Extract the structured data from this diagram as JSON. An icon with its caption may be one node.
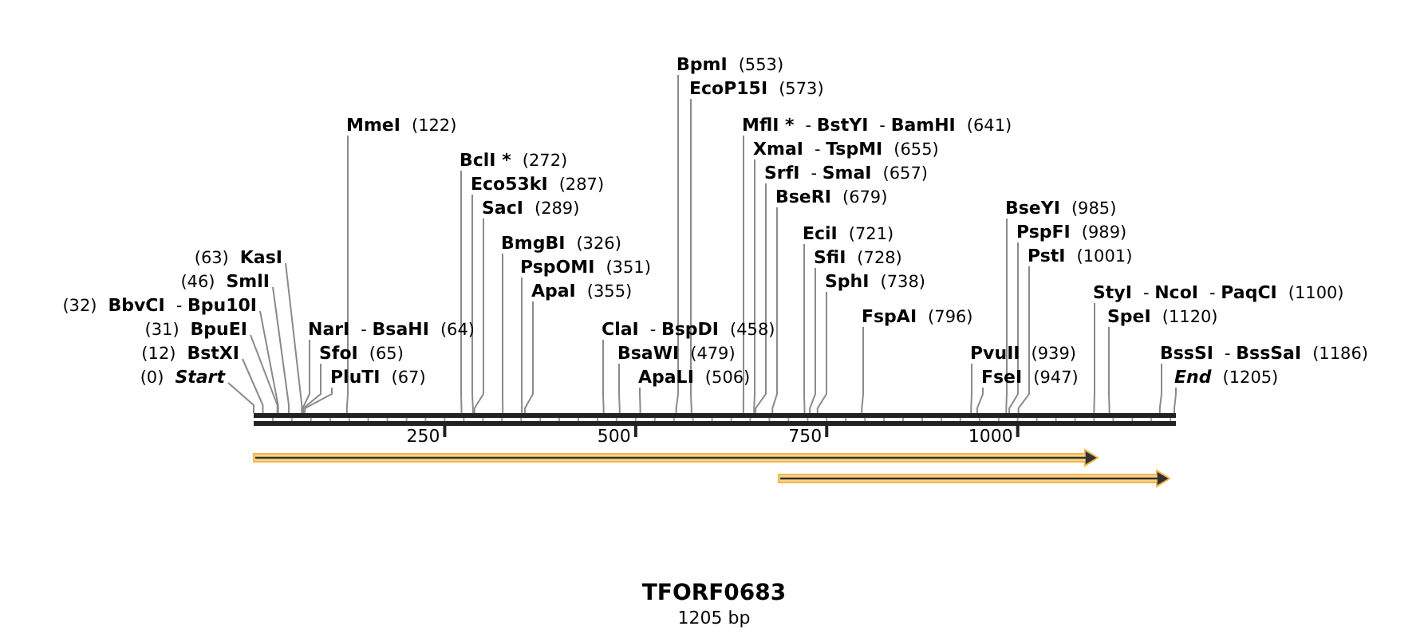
{
  "diagram": {
    "title": "TFORF0683",
    "caption": "1205 bp",
    "nodes": [
      {
        "text": [
          "(0)",
          "Start"
        ]
      },
      {
        "text": [
          "(12)",
          "BstXI"
        ]
      },
      {
        "text": [
          "(31)",
          "BpuEI"
        ]
      },
      {
        "text": [
          "(32)",
          "BbvCI",
          "- **Bpu10I**"
        ]
      },
      {
        "text": [
          "(46)",
          "SmlI"
        ]
      },
      {
        "text": [
          "(63)",
          "KasI"
        ]
      },
      {
        "text": [
          "NarI",
          "- **BsaHI**",
          "(64)"
        ]
      },
      {
        "text": [
          "SfoI",
          "(65)"
        ]
      },
      {
        "text": [
          "PluTI",
          "(67)"
        ]
      },
      {
        "text": [
          "MmeI",
          "(122)"
        ]
      },
      {
        "text": [
          "BclI *",
          "(272)"
        ]
      },
      {
        "text": [
          "Eco53kI",
          "(287)"
        ]
      },
      {
        "text": [
          "SacI",
          "(289)"
        ]
      },
      {
        "text": [
          "BmgBI",
          "(326)"
        ]
      },
      {
        "text": [
          "PspOMI",
          "(351)"
        ]
      },
      {
        "text": [
          "ApaI",
          "(355)"
        ]
      },
      {
        "text": [
          "ClaI",
          "- **BspDI**",
          "(458)"
        ]
      },
      {
        "text": [
          "BsaWI",
          "(479)"
        ]
      },
      {
        "text": [
          "ApaLI",
          "(506)"
        ]
      },
      {
        "text": [
          "BpmI",
          "(553)"
        ]
      },
      {
        "text": [
          "EcoP15I",
          "(573)"
        ]
      },
      {
        "text": [
          "MflI *",
          "- **BstYI**",
          "- **BamHI**",
          "(641)"
        ]
      },
      {
        "text": [
          "XmaI",
          "- **TspMI**",
          "(655)"
        ]
      },
      {
        "text": [
          "SrfI",
          "- **SmaI**",
          "(657)"
        ]
      },
      {
        "text": [
          "BseRI",
          "(679)"
        ]
      },
      {
        "text": [
          "EciI",
          "(721)"
        ]
      },
      {
        "text": [
          "SfiI",
          "(728)"
        ]
      },
      {
        "text": [
          "SphI",
          "(738)"
        ]
      },
      {
        "text": [
          "FspAI",
          "(796)"
        ]
      },
      {
        "text": [
          "PvuII",
          "(939)"
        ]
      },
      {
        "text": [
          "FseI",
          "(947)"
        ]
      },
      {
        "text": [
          "BseYI",
          "(985)"
        ]
      },
      {
        "text": [
          "PspFI",
          "(989)"
        ]
      },
      {
        "text": [
          "PstI",
          "(1001)"
        ]
      },
      {
        "text": [
          "StyI",
          "- **NcoI**",
          "- **PaqCI**",
          "(1100)"
        ]
      },
      {
        "text": [
          "SpeI",
          "(1120)"
        ]
      },
      {
        "text": [
          "BssSI",
          "- **BssSaI**",
          "(1186)"
        ]
      },
      {
        "text": [
          "End",
          "(1205)"
        ]
      },
      {
        "text": [],
        "shape": "bar"
      }
    ],
    "edges": [
      {
        "from": 0,
        "to": 38,
        "arrow": "none"
      },
      {
        "from": 1,
        "to": 38,
        "arrow": "none"
      },
      {
        "from": 2,
        "to": 38,
        "arrow": "none"
      },
      {
        "from": 3,
        "to": 38,
        "arrow": "none"
      },
      {
        "from": 4,
        "to": 38,
        "arrow": "none"
      },
      {
        "from": 5,
        "to": 38,
        "arrow": "none"
      },
      {
        "from": 6,
        "to": 38,
        "arrow": "none"
      },
      {
        "from": 7,
        "to": 38,
        "arrow": "none"
      },
      {
        "from": 8,
        "to": 38,
        "arrow": "none"
      },
      {
        "from": 9,
        "to": 38,
        "arrow": "none"
      },
      {
        "from": 10,
        "to": 38,
        "arrow": "none"
      },
      {
        "from": 11,
        "to": 38,
        "arrow": "none"
      },
      {
        "from": 12,
        "to": 38,
        "arrow": "none"
      },
      {
        "from": 13,
        "to": 38,
        "arrow": "none"
      },
      {
        "from": 14,
        "to": 38,
        "arrow": "none"
      },
      {
        "from": 15,
        "to": 38,
        "arrow": "none"
      },
      {
        "from": 16,
        "to": 38,
        "arrow": "none"
      },
      {
        "from": 17,
        "to": 38,
        "arrow": "none"
      },
      {
        "from": 18,
        "to": 38,
        "arrow": "none"
      },
      {
        "from": 19,
        "to": 38,
        "arrow": "none"
      },
      {
        "from": 20,
        "to": 38,
        "arrow": "none"
      },
      {
        "from": 21,
        "to": 38,
        "arrow": "none"
      },
      {
        "from": 22,
        "to": 38,
        "arrow": "none"
      },
      {
        "from": 23,
        "to": 38,
        "arrow": "none"
      },
      {
        "from": 24,
        "to": 38,
        "arrow": "none"
      },
      {
        "from": 25,
        "to": 38,
        "arrow": "none"
      },
      {
        "from": 26,
        "to": 38,
        "arrow": "none"
      },
      {
        "from": 27,
        "to": 38,
        "arrow": "none"
      },
      {
        "from": 28,
        "to": 38,
        "arrow": "none"
      },
      {
        "from": 29,
        "to": 38,
        "arrow": "none"
      },
      {
        "from": 30,
        "to": 38,
        "arrow": "none"
      },
      {
        "from": 31,
        "to": 38,
        "arrow": "none"
      },
      {
        "from": 32,
        "to": 38,
        "arrow": "none"
      },
      {
        "from": 33,
        "to": 38,
        "arrow": "none"
      },
      {
        "from": 34,
        "to": 38,
        "arrow": "none"
      },
      {
        "from": 35,
        "to": 38,
        "arrow": "none"
      },
      {
        "from": 36,
        "to": 38,
        "arrow": "none"
      },
      {
        "from": 37,
        "to": 38,
        "arrow": "none"
      }
    ],
    "labels": [
      "250",
      "500",
      "750",
      "1000"
    ]
  }
}
